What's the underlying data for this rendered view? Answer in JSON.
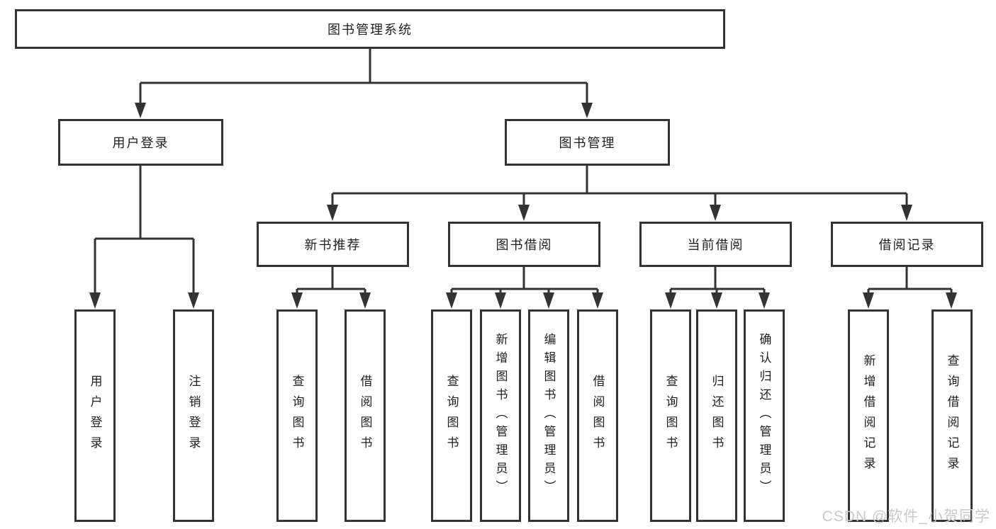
{
  "diagram": {
    "type": "hierarchy",
    "root": {
      "id": "library-system",
      "label": "图书管理系统"
    },
    "level2": [
      {
        "id": "user-login",
        "label": "用户登录",
        "parent": "library-system"
      },
      {
        "id": "book-management",
        "label": "图书管理",
        "parent": "library-system"
      }
    ],
    "level3": [
      {
        "id": "new-book-recommend",
        "label": "新书推荐",
        "parent": "book-management"
      },
      {
        "id": "book-borrowing",
        "label": "图书借阅",
        "parent": "book-management"
      },
      {
        "id": "current-borrowing",
        "label": "当前借阅",
        "parent": "book-management"
      },
      {
        "id": "borrowing-records",
        "label": "借阅记录",
        "parent": "book-management"
      }
    ],
    "leaves": [
      {
        "id": "leaf-user-login",
        "label": "用户登录",
        "parent": "user-login"
      },
      {
        "id": "leaf-logout",
        "label": "注销登录",
        "parent": "user-login"
      },
      {
        "id": "leaf-nbr-query-book",
        "label": "查询图书",
        "parent": "new-book-recommend"
      },
      {
        "id": "leaf-nbr-borrow-book",
        "label": "借阅图书",
        "parent": "new-book-recommend"
      },
      {
        "id": "leaf-bb-query-book",
        "label": "查询图书",
        "parent": "book-borrowing"
      },
      {
        "id": "leaf-bb-add-book",
        "label": "新增图书（管理员）",
        "parent": "book-borrowing"
      },
      {
        "id": "leaf-bb-edit-book",
        "label": "编辑图书（管理员）",
        "parent": "book-borrowing"
      },
      {
        "id": "leaf-bb-borrow-book",
        "label": "借阅图书",
        "parent": "book-borrowing"
      },
      {
        "id": "leaf-cb-query-book",
        "label": "查询图书",
        "parent": "current-borrowing"
      },
      {
        "id": "leaf-cb-return-book",
        "label": "归还图书",
        "parent": "current-borrowing"
      },
      {
        "id": "leaf-cb-confirm-return",
        "label": "确认归还（管理员）",
        "parent": "current-borrowing"
      },
      {
        "id": "leaf-br-add-record",
        "label": "新增借阅记录",
        "parent": "borrowing-records"
      },
      {
        "id": "leaf-br-query-record",
        "label": "查询借阅记录",
        "parent": "borrowing-records"
      }
    ]
  },
  "watermark": {
    "text": "CSDN @软件_小贺同学"
  },
  "colors": {
    "line": "#333333",
    "text": "#1f1f1f",
    "box_background": "#ffffff",
    "watermark": "#c9c9c9",
    "background": "#ffffff"
  }
}
